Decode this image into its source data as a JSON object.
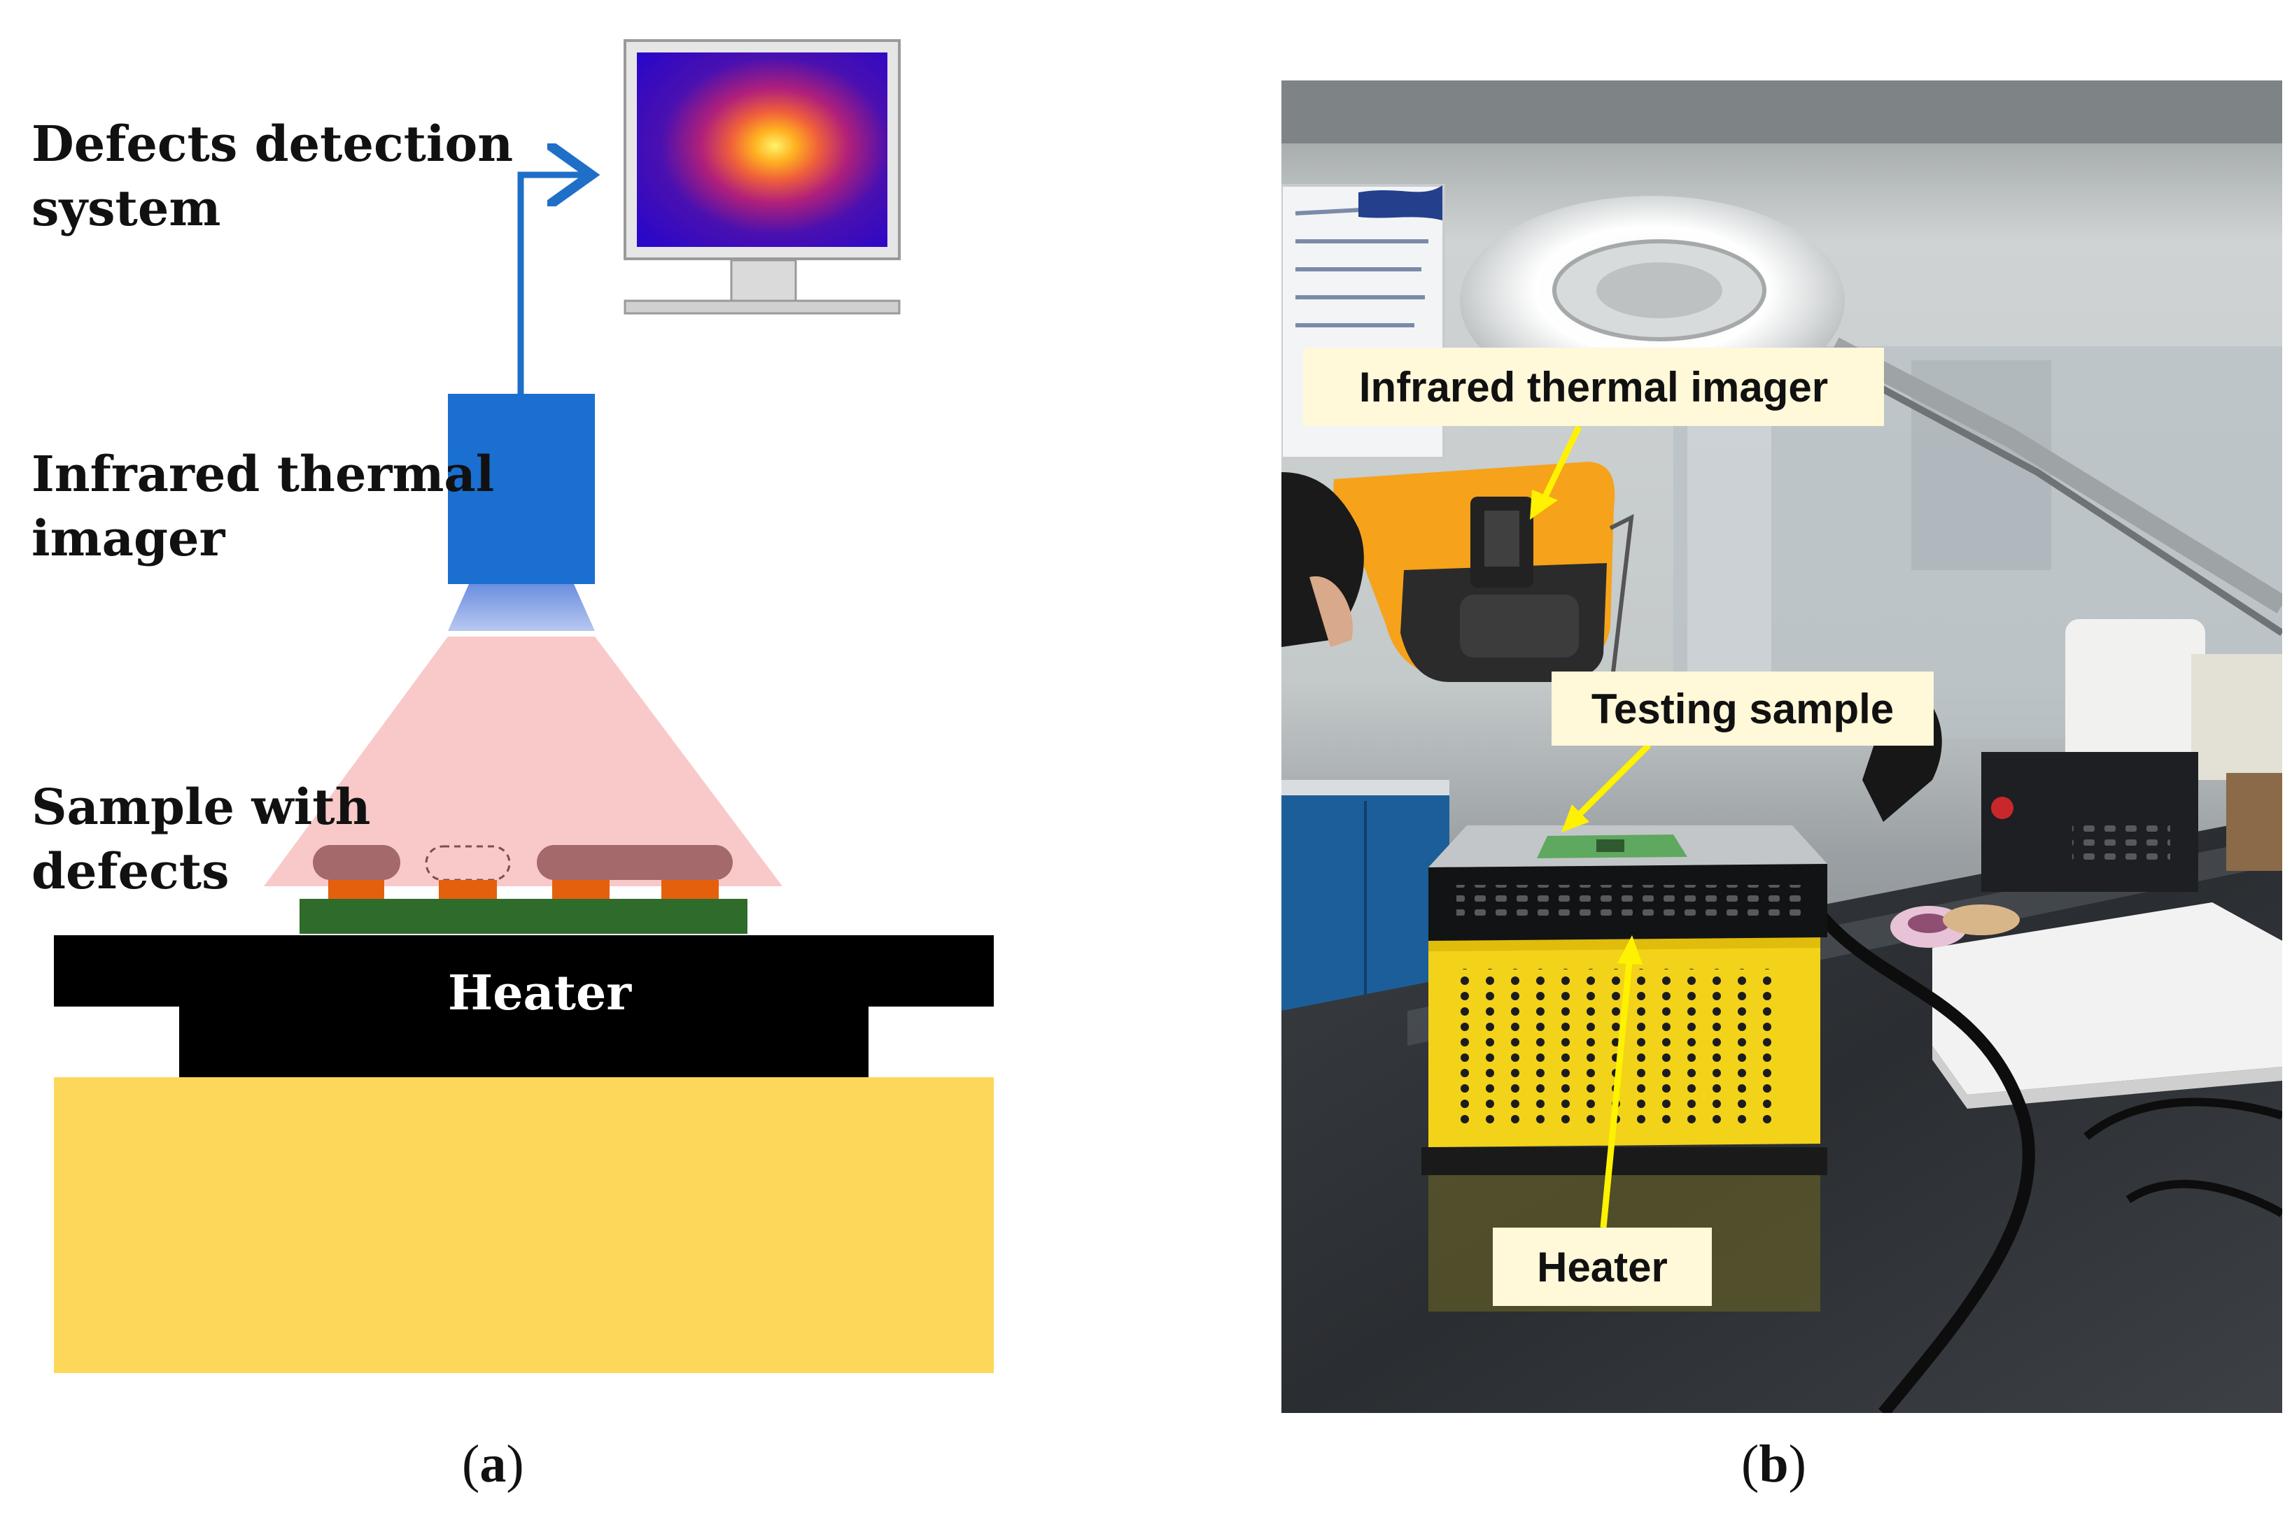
{
  "panel_a": {
    "labels": {
      "defects_detection_line1": "Defects detection",
      "defects_detection_line2": "system",
      "imager_line1": "Infrared thermal",
      "imager_line2": "imager",
      "sample_line1": "Sample with",
      "sample_line2": "defects",
      "heater": "Heater"
    },
    "caption_letter": "a"
  },
  "panel_b": {
    "callouts": {
      "imager": "Infrared thermal imager",
      "sample": "Testing sample",
      "heater": "Heater"
    },
    "caption_letter": "b"
  },
  "colors": {
    "arrow_blue": "#1f6fc8",
    "camera_blue": "#1a6fd0",
    "lens_blue": "#8aa7e0",
    "ir_cone": "#f9c9c9",
    "solder_ball": "#a4696a",
    "pad_orange": "#e5600c",
    "board_green": "#2f6b2a",
    "heater_black": "#000000",
    "base_yellow": "#fdd75a",
    "callout_bg": "#fff8d9",
    "pointer_yellow": "#fff200"
  }
}
